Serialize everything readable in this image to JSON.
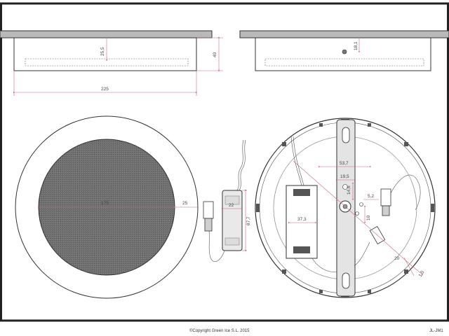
{
  "drawing": {
    "dimensions": {
      "depth": "25,5",
      "height": "40",
      "width": "225",
      "side_offset": "18,1",
      "cutout": "175",
      "rim": "25",
      "driver_width": "22",
      "driver_length": "87,7",
      "d_53_7": "53,7",
      "d_19_5": "19,5",
      "d_14_6": "14,6",
      "d_5_2": "5,2",
      "d_10": "10",
      "d_37_3": "37,3",
      "d_20": "20",
      "d_1_5": "1,5"
    },
    "footer": {
      "copyright": "©Copyright Green Ice S.L. 2015",
      "code": "JL-JM1"
    },
    "colors": {
      "ink": "#333333",
      "dimension": "#c76a7a",
      "diffuser": "#6e6e6e",
      "bar": "#e4e4e4"
    }
  }
}
